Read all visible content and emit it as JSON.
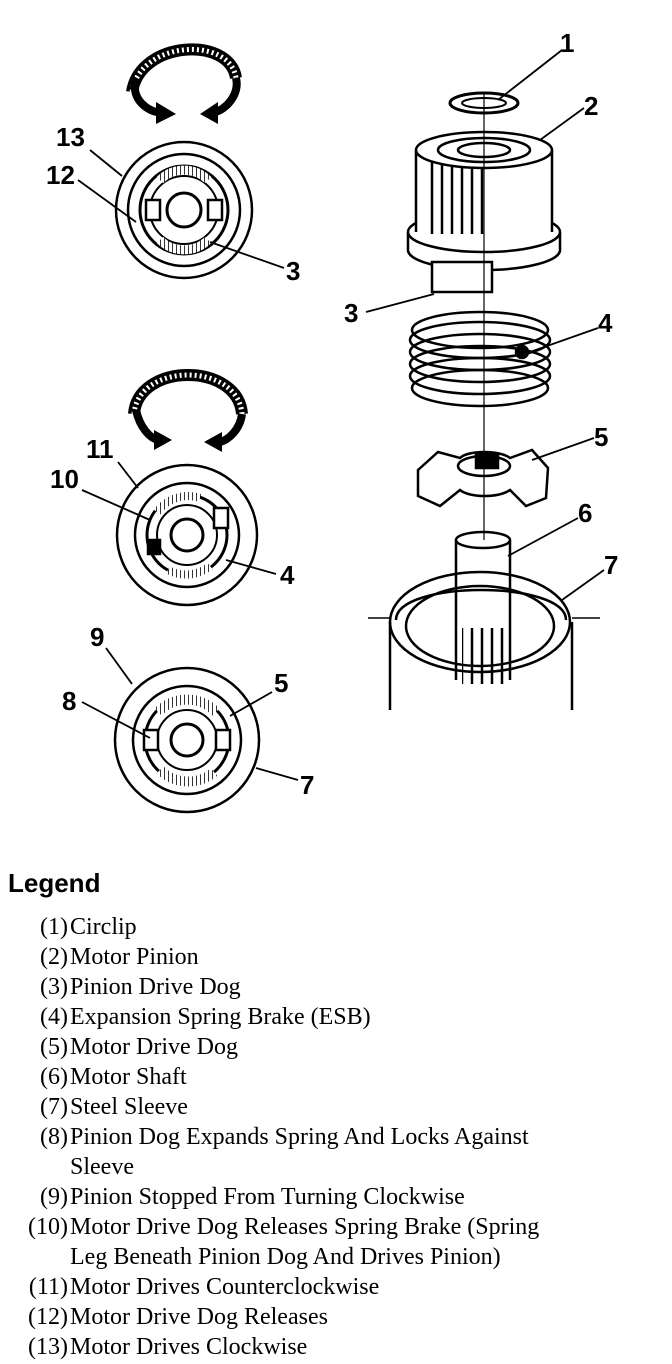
{
  "callouts": {
    "c1": "1",
    "c2": "2",
    "c3a": "3",
    "c3b": "3",
    "c4a": "4",
    "c4b": "4",
    "c5a": "5",
    "c5b": "5",
    "c6": "6",
    "c7a": "7",
    "c7b": "7",
    "c8": "8",
    "c9": "9",
    "c10": "10",
    "c11": "11",
    "c12": "12",
    "c13": "13"
  },
  "legend": {
    "title": "Legend",
    "items": [
      {
        "num": "(1)",
        "lines": [
          "Circlip"
        ]
      },
      {
        "num": "(2)",
        "lines": [
          "Motor Pinion"
        ]
      },
      {
        "num": "(3)",
        "lines": [
          "Pinion Drive Dog"
        ]
      },
      {
        "num": "(4)",
        "lines": [
          "Expansion Spring Brake (ESB)"
        ]
      },
      {
        "num": "(5)",
        "lines": [
          "Motor Drive Dog"
        ]
      },
      {
        "num": "(6)",
        "lines": [
          "Motor Shaft"
        ]
      },
      {
        "num": "(7)",
        "lines": [
          "Steel Sleeve"
        ]
      },
      {
        "num": "(8)",
        "lines": [
          "Pinion Dog Expands Spring And Locks Against",
          "Sleeve"
        ]
      },
      {
        "num": "(9)",
        "lines": [
          "Pinion Stopped From Turning Clockwise"
        ]
      },
      {
        "num": "(10)",
        "lines": [
          "Motor Drive Dog Releases Spring Brake (Spring",
          "Leg Beneath Pinion Dog And Drives Pinion)"
        ]
      },
      {
        "num": "(11)",
        "lines": [
          "Motor Drives Counterclockwise"
        ]
      },
      {
        "num": "(12)",
        "lines": [
          "Motor Drive Dog Releases"
        ]
      },
      {
        "num": "(13)",
        "lines": [
          "Motor Drives Clockwise"
        ]
      }
    ]
  }
}
